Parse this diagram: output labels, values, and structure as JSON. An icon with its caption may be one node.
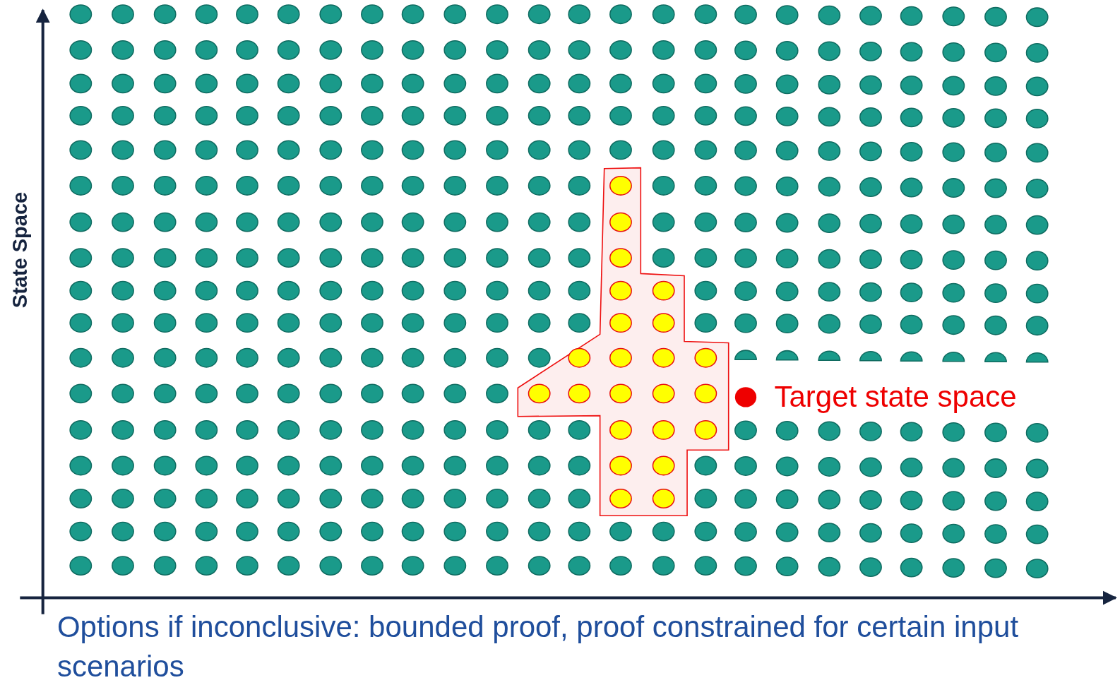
{
  "diagram": {
    "caption": "Options if inconclusive: bounded proof, proof constrained for certain input scenarios",
    "labels": [
      "State Space",
      "Target state space"
    ]
  }
}
